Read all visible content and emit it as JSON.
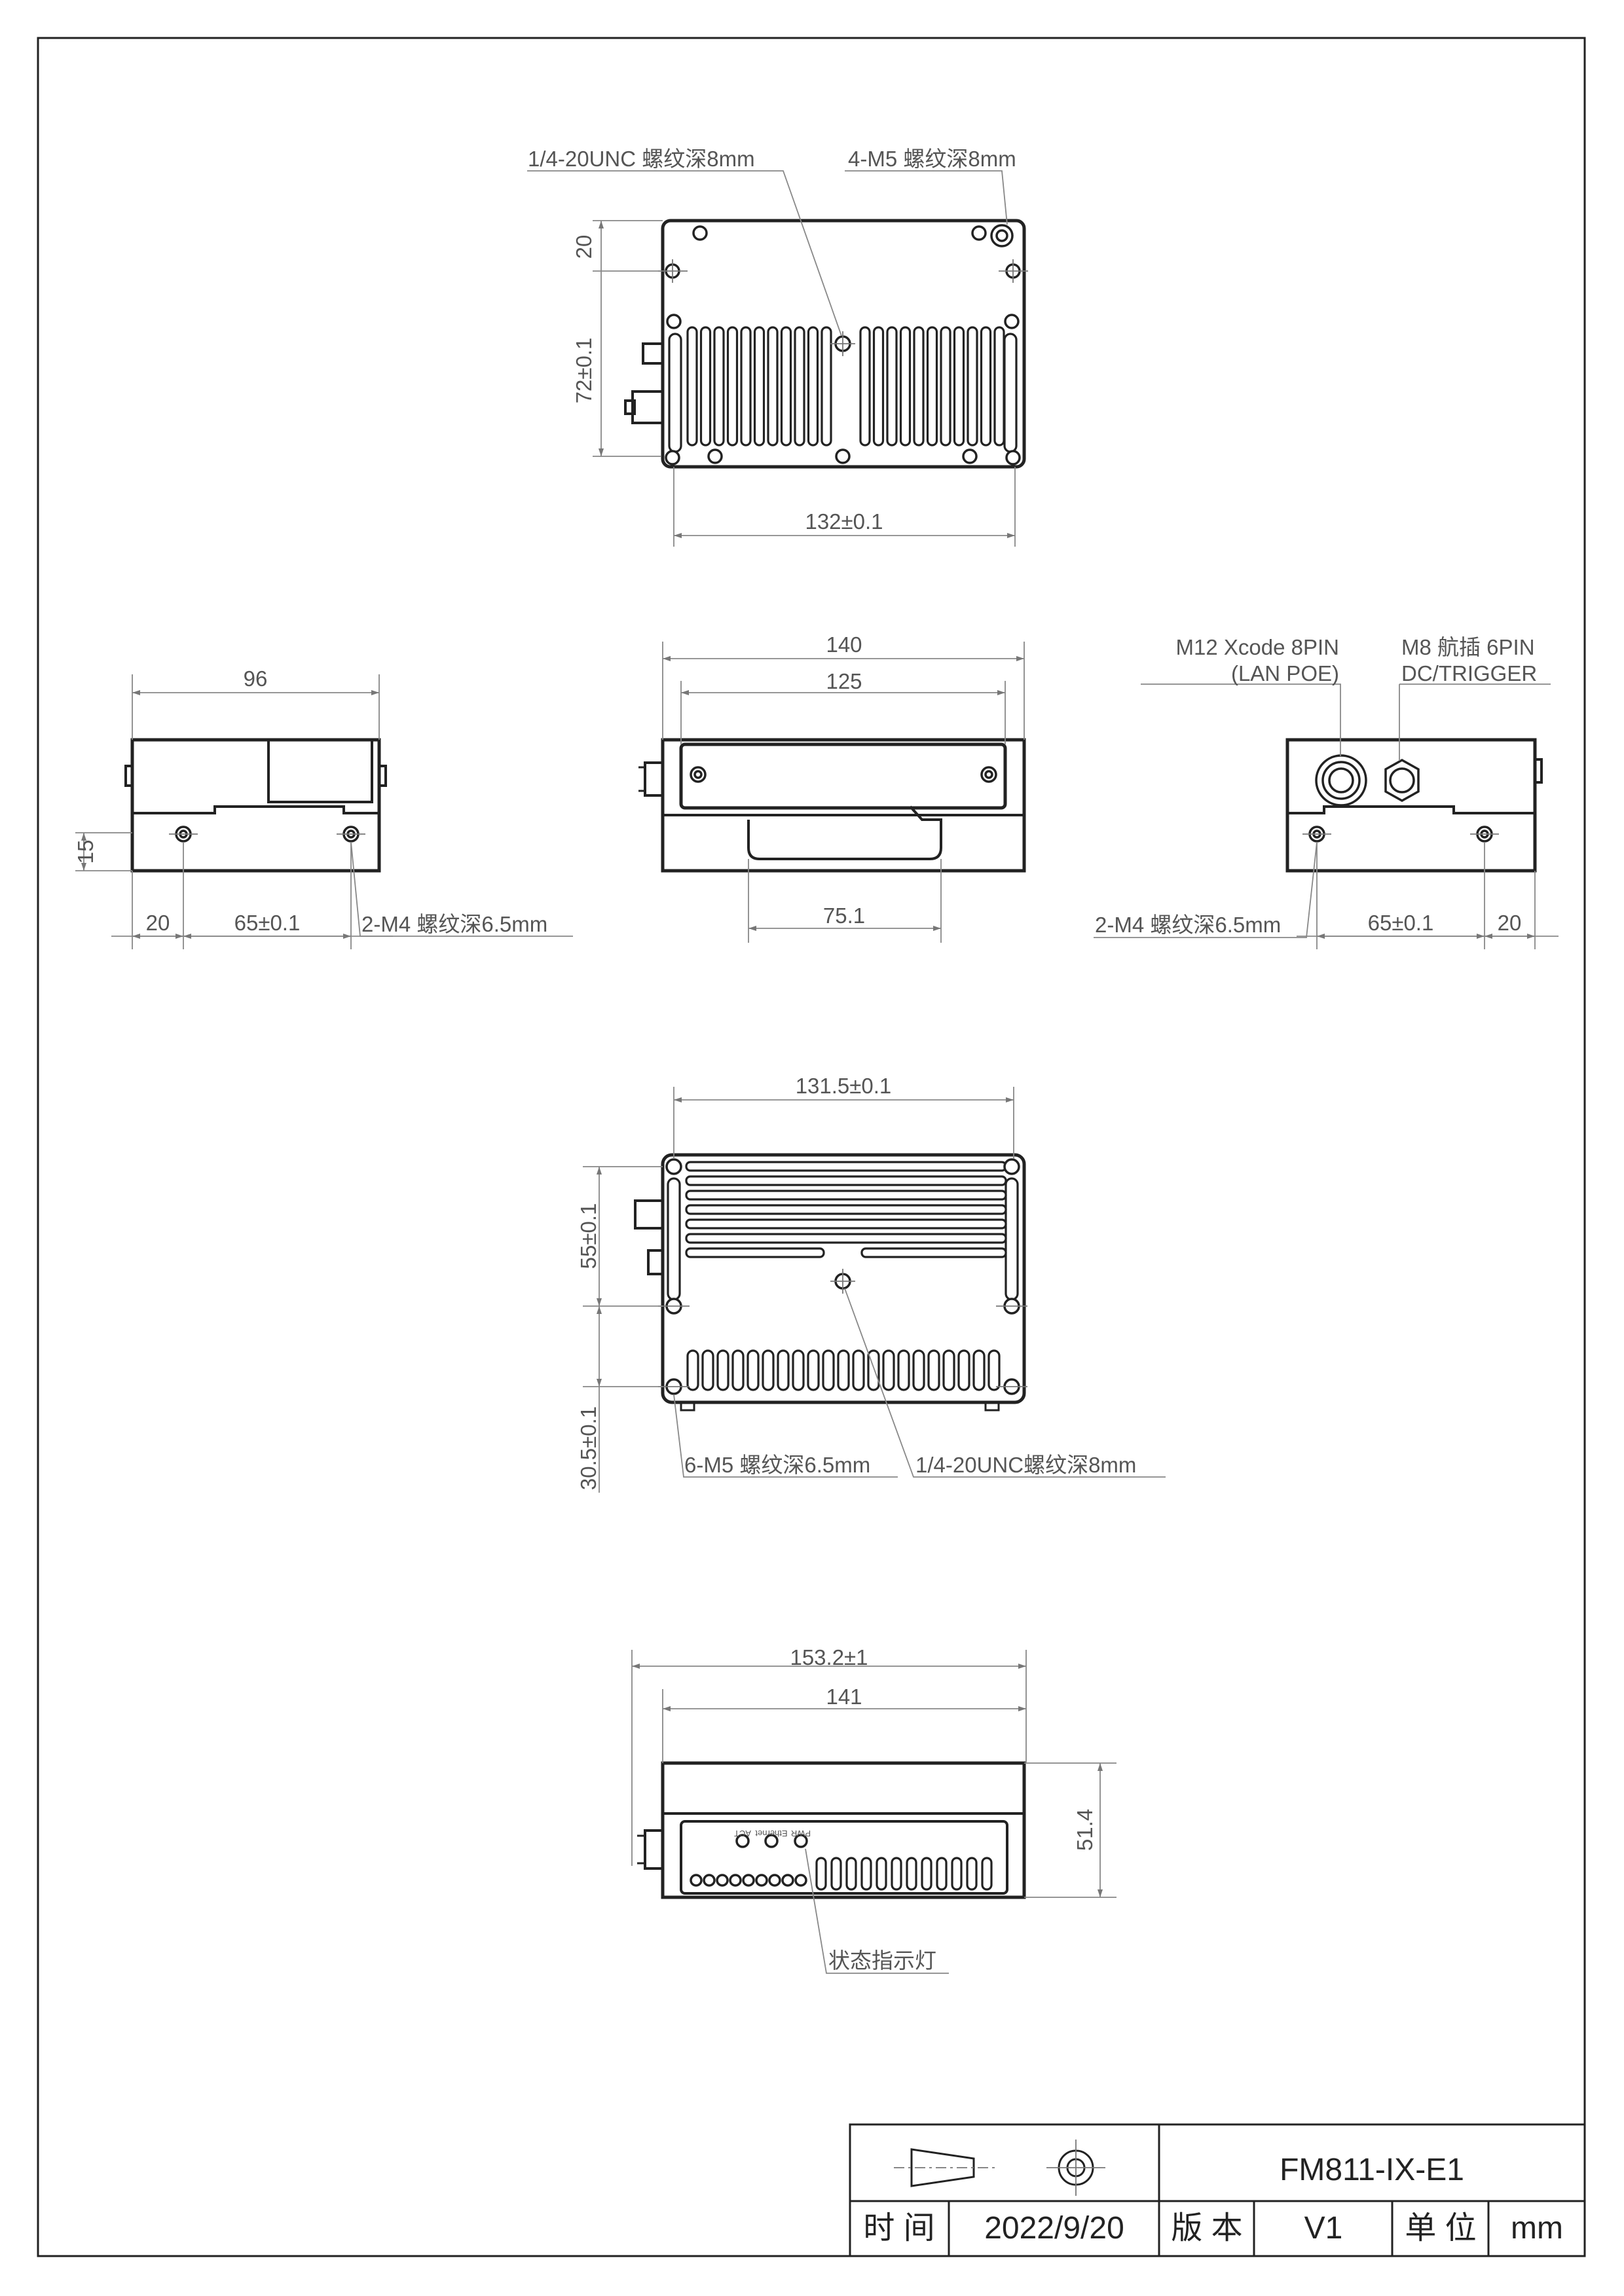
{
  "drawing": {
    "views": {
      "top": {
        "label_thread": "1/4-20UNC 螺纹深8mm",
        "label_m5": "4-M5 螺纹深8mm",
        "dim_20": "20",
        "dim_72": "72±0.1",
        "dim_132": "132±0.1"
      },
      "left_side": {
        "dim_96": "96",
        "dim_15": "15",
        "dim_20": "20",
        "dim_65": "65±0.1",
        "label_m4": "2-M4 螺纹深6.5mm"
      },
      "front": {
        "dim_140": "140",
        "dim_125": "125",
        "dim_75": "75.1"
      },
      "right_side": {
        "label_m12_line1": "M12 Xcode 8PIN",
        "label_m12_line2": "(LAN POE)",
        "label_m8_line1": "M8 航插 6PIN",
        "label_m8_line2": "DC/TRIGGER",
        "label_m4": "2-M4 螺纹深6.5mm",
        "dim_65": "65±0.1",
        "dim_20": "20"
      },
      "bottom": {
        "dim_131": "131.5±0.1",
        "dim_55": "55±0.1",
        "dim_30": "30.5±0.1",
        "label_m5": "6-M5 螺纹深6.5mm",
        "label_thread": "1/4-20UNC螺纹深8mm"
      },
      "rear": {
        "dim_153": "153.2±1",
        "dim_141": "141",
        "dim_51": "51.4",
        "label_led": "状态指示灯",
        "led_labels": [
          "ACT",
          "Ethernet",
          "PWR"
        ]
      }
    },
    "title_block": {
      "model": "FM811-IX-E1",
      "time_label": "时 间",
      "date": "2022/9/20",
      "version_label": "版 本",
      "version": "V1",
      "unit_label": "单 位",
      "unit": "mm"
    }
  }
}
